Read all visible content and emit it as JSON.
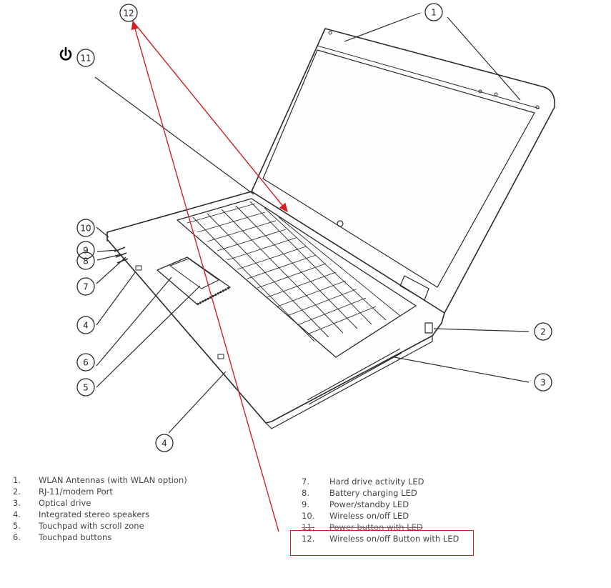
{
  "callout_numbers": [
    "1",
    "2",
    "3",
    "4",
    "5",
    "6",
    "7",
    "8",
    "9",
    "10",
    "11",
    "12"
  ],
  "legend_left": [
    {
      "num": "1.",
      "text": "WLAN Antennas (with WLAN option)"
    },
    {
      "num": "2.",
      "text": "RJ-11/modem Port"
    },
    {
      "num": "3.",
      "text": "Optical drive"
    },
    {
      "num": "4.",
      "text": "Integrated stereo speakers"
    },
    {
      "num": "5.",
      "text": "Touchpad with scroll zone"
    },
    {
      "num": "6.",
      "text": "Touchpad buttons"
    }
  ],
  "legend_right": [
    {
      "num": "7.",
      "text": "Hard drive activity LED"
    },
    {
      "num": "8.",
      "text": "Battery charging LED"
    },
    {
      "num": "9.",
      "text": "Power/standby LED"
    },
    {
      "num": "10.",
      "text": "Wireless on/off LED"
    },
    {
      "num": "11.",
      "text": "Power button with LED"
    },
    {
      "num": "12.",
      "text": "Wireless on/off Button with LED"
    }
  ],
  "colors": {
    "annotation": "#d42020",
    "line_art": "#2b2b2b",
    "background": "#ffffff"
  },
  "icons": {
    "power": "power-icon"
  }
}
